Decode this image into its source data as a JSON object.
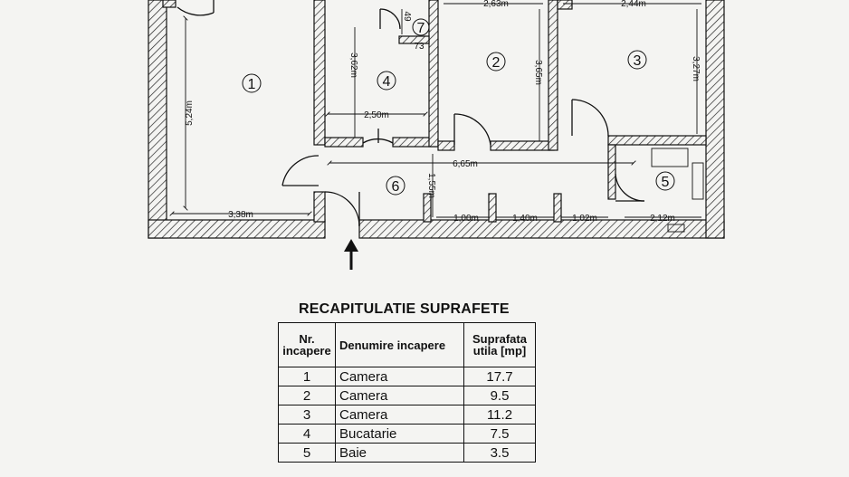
{
  "plan": {
    "rooms": [
      {
        "id": "1"
      },
      {
        "id": "2"
      },
      {
        "id": "3"
      },
      {
        "id": "4"
      },
      {
        "id": "5"
      },
      {
        "id": "6"
      },
      {
        "id": "7"
      }
    ],
    "dimensions": {
      "room1_height": "5,24m",
      "room1_width": "3,38m",
      "room4_height": "3,62m",
      "room4_width": "2,50m",
      "room2_width": "2,63m",
      "room2_height": "3,65m",
      "room3_width": "2,44m",
      "room3_height": "3,27m",
      "hall_length": "6,65m",
      "hall_depth": "1,55m",
      "seg1": "1,00m",
      "seg2": "1,40m",
      "seg3": "1,02m",
      "bath_width": "2,12m",
      "room7_height": "49",
      "room7_width": "73"
    }
  },
  "summary": {
    "title": "RECAPITULATIE SUPRAFETE",
    "headers": {
      "nr": "Nr. incapere",
      "name": "Denumire incapere",
      "area": "Suprafata utila [mp]"
    },
    "rows": [
      {
        "nr": "1",
        "name": "Camera",
        "area": "17.7"
      },
      {
        "nr": "2",
        "name": "Camera",
        "area": "9.5"
      },
      {
        "nr": "3",
        "name": "Camera",
        "area": "11.2"
      },
      {
        "nr": "4",
        "name": "Bucatarie",
        "area": "7.5"
      },
      {
        "nr": "5",
        "name": "Baie",
        "area": "3.5"
      }
    ]
  }
}
